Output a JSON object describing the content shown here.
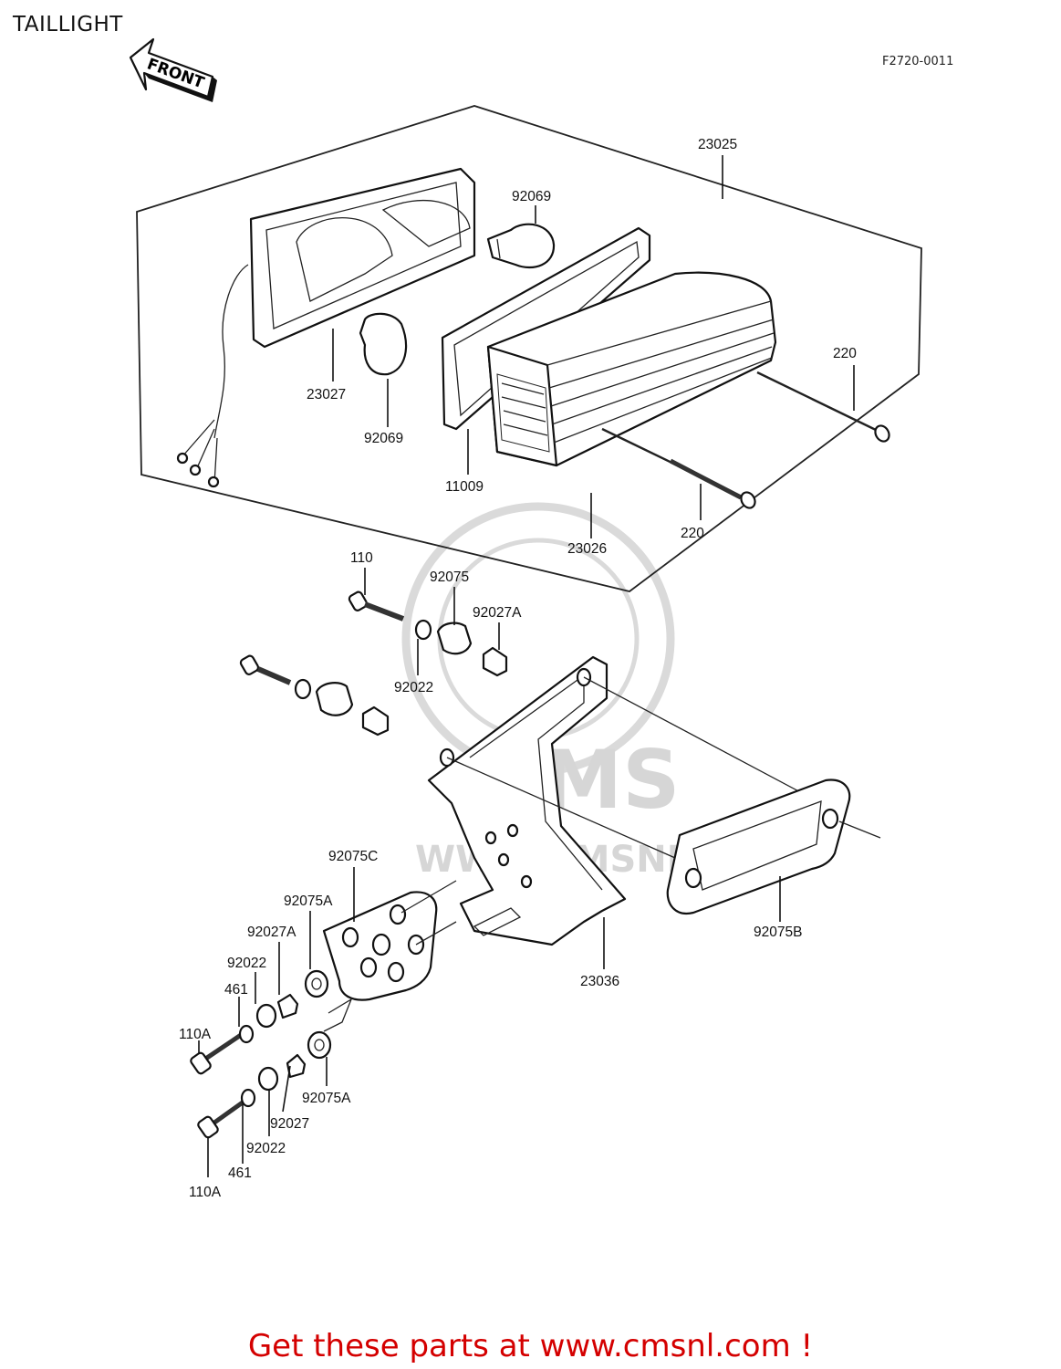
{
  "title": "TAILLIGHT",
  "figure_code": "F2720-0011",
  "front_arrow": "FRONT",
  "footer": "Get these parts at www.cmsnl.com !",
  "watermark": {
    "logo": "CMS",
    "url": "WWW.CMSNL.COM"
  },
  "labels": {
    "l23025": "23025",
    "l92069a": "92069",
    "l23027": "23027",
    "l92069b": "92069",
    "l220a": "220",
    "l11009": "11009",
    "l220b": "220",
    "l23026": "23026",
    "l110": "110",
    "l92075": "92075",
    "l92027A": "92027A",
    "l92022a": "92022",
    "l92075C": "92075C",
    "l92075Aa": "92075A",
    "l92027Ab": "92027A",
    "l92022b": "92022",
    "l461a": "461",
    "l110Aa": "110A",
    "l23036": "23036",
    "l92075B": "92075B",
    "l92075Ab": "92075A",
    "l92027": "92027",
    "l92022c": "92022",
    "l461b": "461",
    "l110Ab": "110A"
  }
}
